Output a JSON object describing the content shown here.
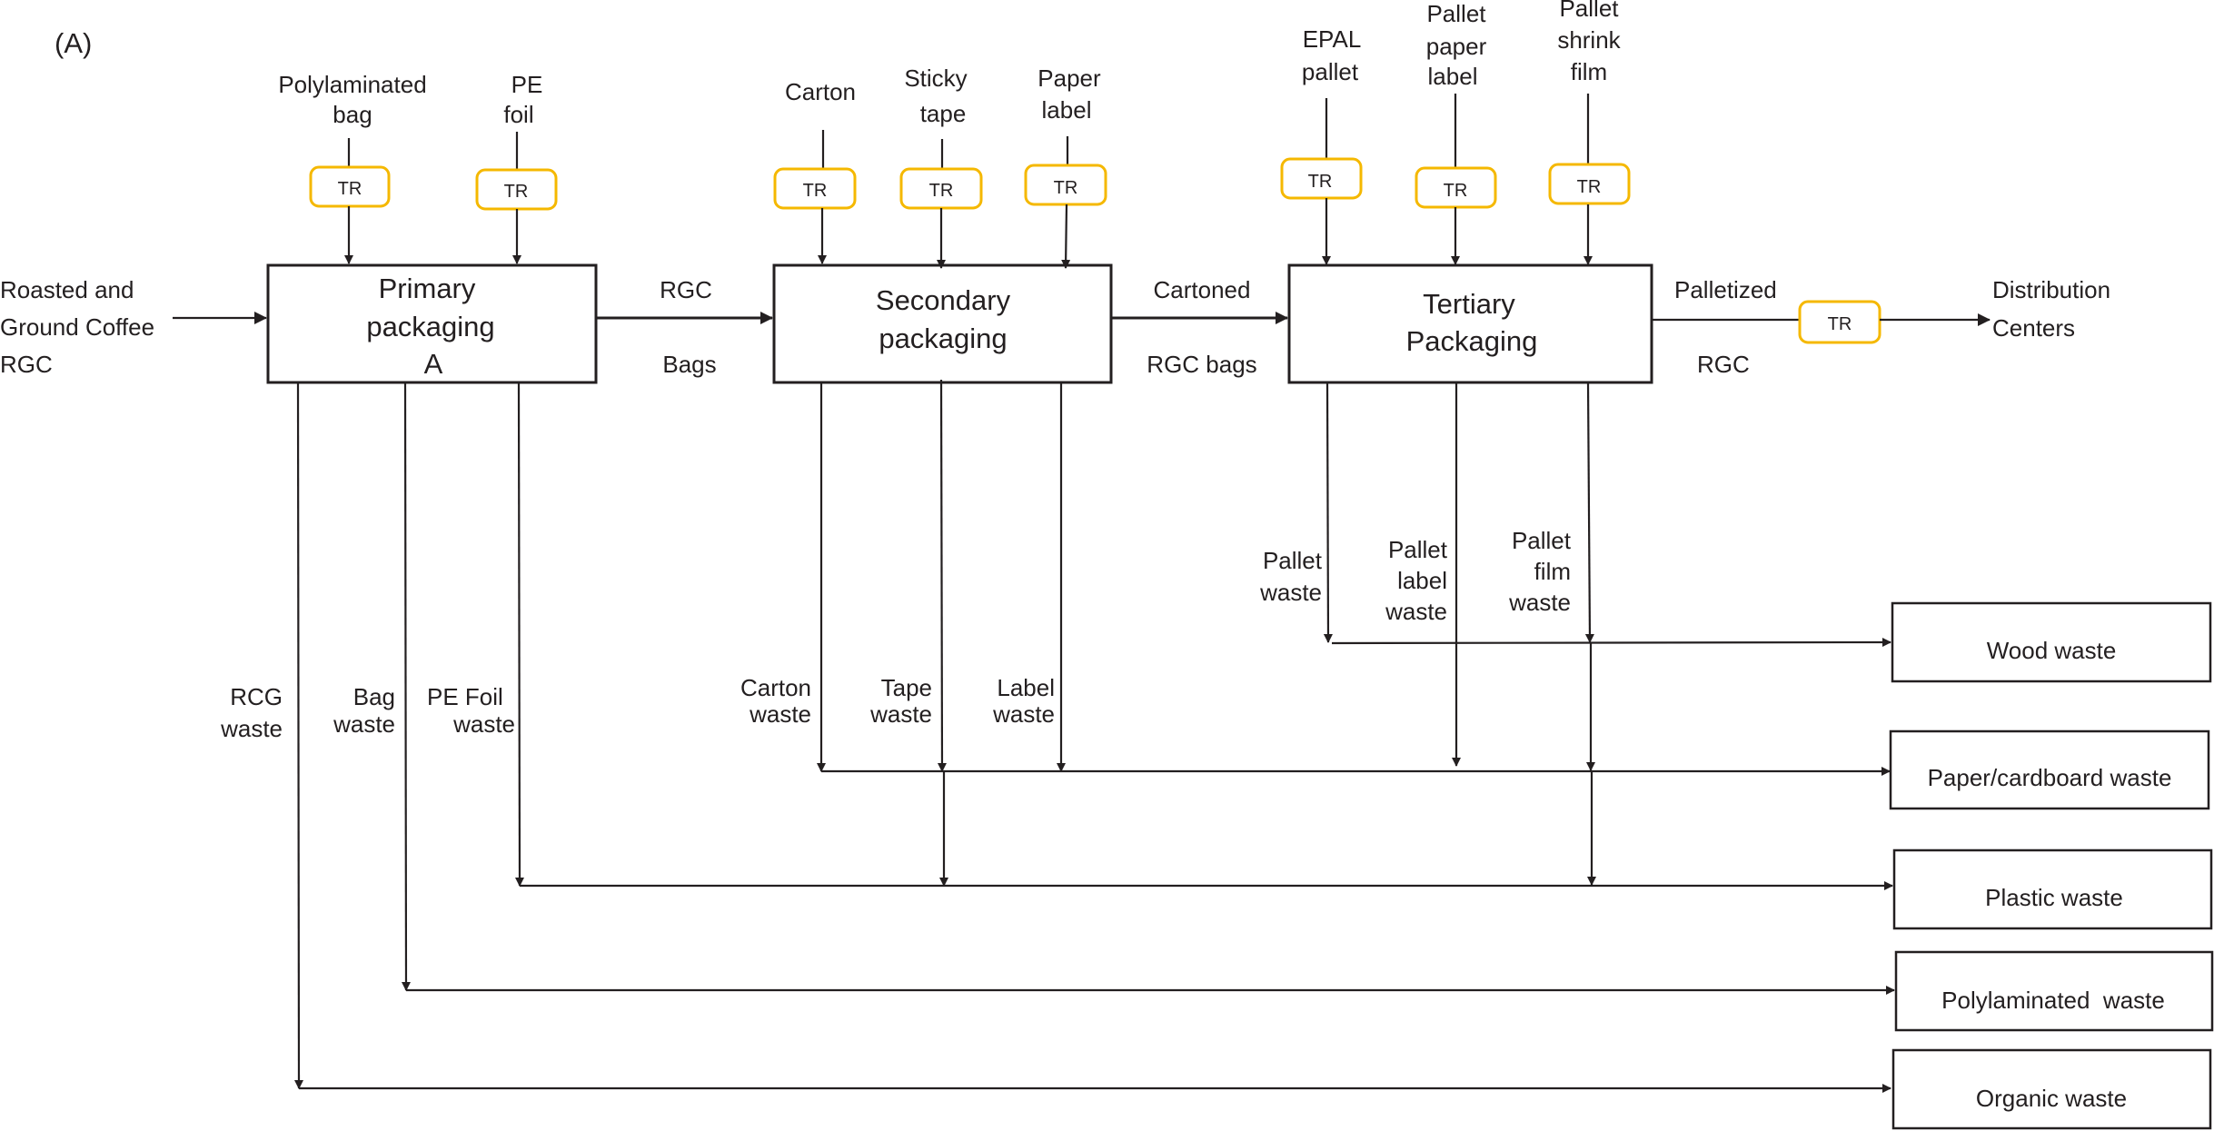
{
  "panel_label": "(A)",
  "colors": {
    "line": "#231f20",
    "transport_box": "#f5b800"
  },
  "input": {
    "lines": [
      "Roasted and",
      "Ground Coffee",
      "RGC"
    ]
  },
  "processes": [
    {
      "id": "primary",
      "lines": [
        "Primary",
        "packaging",
        "A"
      ],
      "inputs": [
        {
          "lines": [
            "Polylaminated",
            "bag"
          ],
          "tr": "TR"
        },
        {
          "lines": [
            "PE",
            "foil"
          ],
          "tr": "TR"
        }
      ],
      "wastes": [
        {
          "lines": [
            "RCG",
            "waste"
          ]
        },
        {
          "lines": [
            "Bag",
            "waste"
          ]
        },
        {
          "lines": [
            "PE Foil",
            "waste"
          ]
        }
      ]
    },
    {
      "id": "secondary",
      "lines": [
        "Secondary",
        "packaging"
      ],
      "inputs": [
        {
          "lines": [
            "Carton"
          ],
          "tr": "TR"
        },
        {
          "lines": [
            "Sticky",
            "tape"
          ],
          "tr": "TR"
        },
        {
          "lines": [
            "Paper",
            "label"
          ],
          "tr": "TR"
        }
      ],
      "wastes": [
        {
          "lines": [
            "Carton",
            "waste"
          ]
        },
        {
          "lines": [
            "Tape",
            "waste"
          ]
        },
        {
          "lines": [
            "Label",
            "waste"
          ]
        }
      ]
    },
    {
      "id": "tertiary",
      "lines": [
        "Tertiary",
        "Packaging"
      ],
      "inputs": [
        {
          "lines": [
            "EPAL",
            "pallet"
          ],
          "tr": "TR"
        },
        {
          "lines": [
            "Pallet",
            "paper",
            "label"
          ],
          "tr": "TR"
        },
        {
          "lines": [
            "Pallet",
            "shrink",
            "film"
          ],
          "tr": "TR"
        }
      ],
      "wastes": [
        {
          "lines": [
            "Pallet",
            "waste"
          ]
        },
        {
          "lines": [
            "Pallet",
            "label",
            "waste"
          ]
        },
        {
          "lines": [
            "Pallet",
            "film",
            "waste"
          ]
        }
      ]
    }
  ],
  "flows": [
    {
      "top": "RGC",
      "bottom": "Bags"
    },
    {
      "top": "Cartoned",
      "bottom": "RGC bags"
    },
    {
      "top": "Palletized",
      "bottom": "RGC",
      "tr": "TR"
    }
  ],
  "output": {
    "lines": [
      "Distribution",
      "Centers"
    ]
  },
  "waste_destinations": [
    {
      "label": "Wood waste"
    },
    {
      "label": "Paper/cardboard waste"
    },
    {
      "label": "Plastic waste"
    },
    {
      "label": "Polylaminated  waste"
    },
    {
      "label": "Organic waste"
    }
  ]
}
